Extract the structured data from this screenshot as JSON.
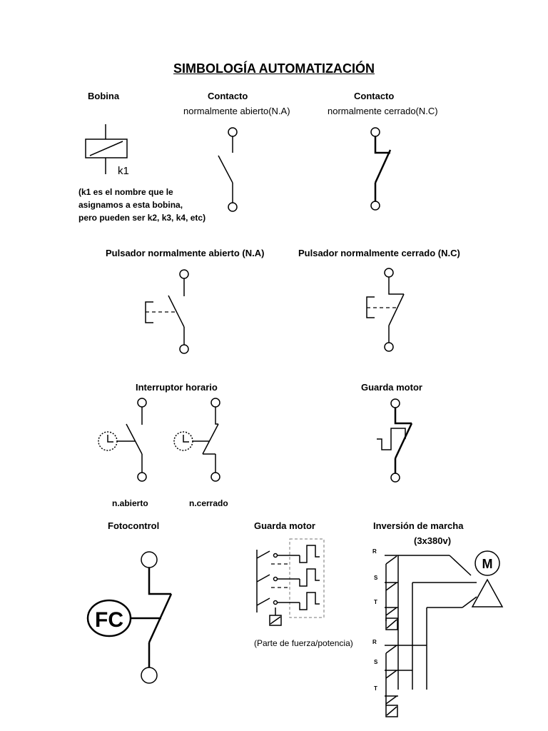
{
  "page": {
    "title": "SIMBOLOGÍA AUTOMATIZACIÓN"
  },
  "sections": {
    "bobina": {
      "label": "Bobina",
      "coil_name": "k1",
      "note": [
        "(k1 es el nombre que le",
        "asignamos a esta bobina,",
        "pero pueden ser k2, k3, k4, etc)"
      ]
    },
    "contacto_na": {
      "label": "Contacto",
      "sublabel": "normalmente abierto(N.A)"
    },
    "contacto_nc": {
      "label": "Contacto",
      "sublabel": "normalmente cerrado(N.C)"
    },
    "pulsador_na": {
      "label": "Pulsador normalmente abierto (N.A)"
    },
    "pulsador_nc": {
      "label": "Pulsador normalmente cerrado (N.C)"
    },
    "interruptor_horario": {
      "label": "Interruptor horario",
      "open_label": "n.abierto",
      "closed_label": "n.cerrado"
    },
    "guarda_motor_1": {
      "label": "Guarda motor"
    },
    "fotocontrol": {
      "label": "Fotocontrol",
      "symbol_text": "FC"
    },
    "guarda_motor_2": {
      "label": "Guarda motor",
      "caption": "(Parte de fuerza/potencia)"
    },
    "inversion": {
      "label": "Inversión de marcha",
      "sublabel": "(3x380v)",
      "phases_top": [
        "R",
        "S",
        "T"
      ],
      "phases_bottom": [
        "R",
        "S",
        "T"
      ],
      "motor": "M"
    }
  }
}
